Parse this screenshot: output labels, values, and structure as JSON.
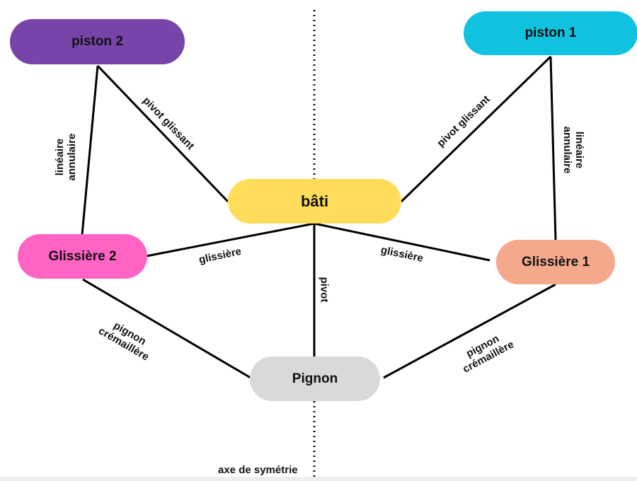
{
  "nodes": {
    "piston2": {
      "label": "piston 2",
      "color": "#7744aa"
    },
    "piston1": {
      "label": "piston 1",
      "color": "#11c2e0"
    },
    "bati": {
      "label": "bâti",
      "color": "#ffdc5a"
    },
    "glissiere2": {
      "label": "Glissière 2",
      "color": "#ff63c4"
    },
    "glissiere1": {
      "label": "Glissière 1",
      "color": "#f4a98c"
    },
    "pignon": {
      "label": "Pignon",
      "color": "#d9d9d9"
    }
  },
  "links": {
    "lineaire_annulaire_left": {
      "line1": "linéaire",
      "line2": "annulaire"
    },
    "pivot_glissant_left": "pivot glissant",
    "pivot_glissant_right": "pivot glissant",
    "lineaire_annulaire_right": {
      "line1": "linéaire",
      "line2": "annulaire"
    },
    "glissiere_left": "glissière",
    "glissiere_right": "glissière",
    "pivot": "pivot",
    "pignon_cremaillere_left": {
      "line1": "pignon",
      "line2": "crémaillère"
    },
    "pignon_cremaillere_right": {
      "line1": "pignon",
      "line2": "crémaillère"
    }
  },
  "axis_label": "axe de symétrie"
}
